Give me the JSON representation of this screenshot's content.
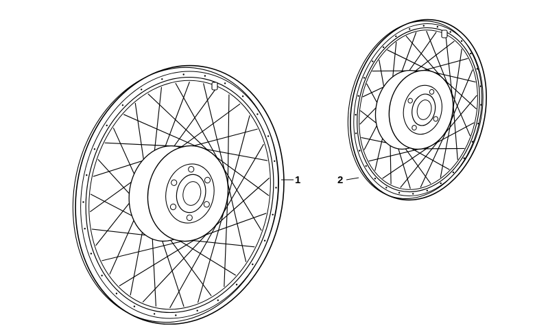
{
  "diagram": {
    "background": "#ffffff",
    "line_color": "#000000",
    "parts": [
      {
        "id": "1",
        "label": "1",
        "description_icon": "spoke-wheel-front"
      },
      {
        "id": "2",
        "label": "2",
        "description_icon": "spoke-wheel-rear"
      }
    ]
  }
}
